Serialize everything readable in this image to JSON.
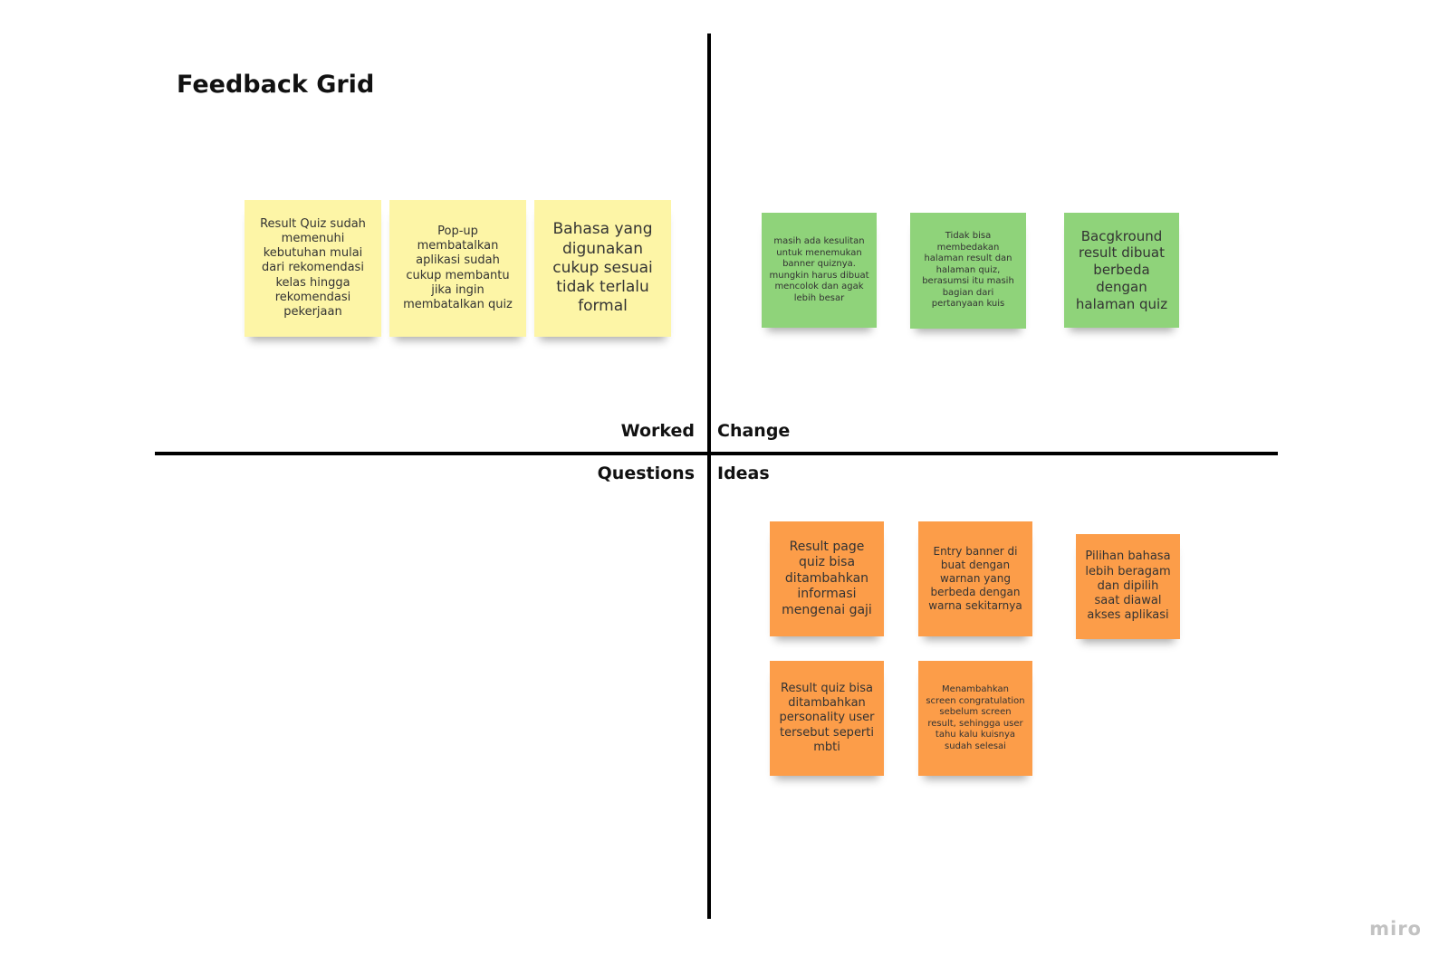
{
  "board": {
    "title": "Feedback Grid",
    "watermark": "miro"
  },
  "quadrants": {
    "worked": "Worked",
    "change": "Change",
    "questions": "Questions",
    "ideas": "Ideas"
  },
  "colors": {
    "yellow": "#fdf5a6",
    "green": "#8fd37a",
    "orange": "#fc9d49",
    "lines": "#000000"
  },
  "notes": {
    "worked": [
      "Result Quiz sudah memenuhi kebutuhan mulai dari rekomendasi kelas hingga rekomendasi pekerjaan",
      "Pop-up membatalkan aplikasi sudah cukup membantu jika ingin membatalkan quiz",
      "Bahasa yang digunakan cukup sesuai tidak terlalu formal"
    ],
    "change": [
      "masih ada kesulitan untuk menemukan banner quiznya. mungkin harus dibuat mencolok dan agak lebih besar",
      "Tidak bisa membedakan halaman result dan halaman quiz, berasumsi itu masih bagian dari pertanyaan kuis",
      "Bacgkround result dibuat berbeda dengan halaman quiz"
    ],
    "ideas": [
      "Result page quiz bisa ditambahkan informasi mengenai gaji",
      "Entry banner di buat dengan warnan yang berbeda dengan warna sekitarnya",
      "Pilihan bahasa lebih beragam dan dipilih saat diawal akses aplikasi",
      "Result quiz bisa ditambahkan personality user tersebut seperti mbti",
      "Menambahkan screen congratulation sebelum screen result, sehingga user tahu kalu kuisnya sudah selesai"
    ]
  }
}
